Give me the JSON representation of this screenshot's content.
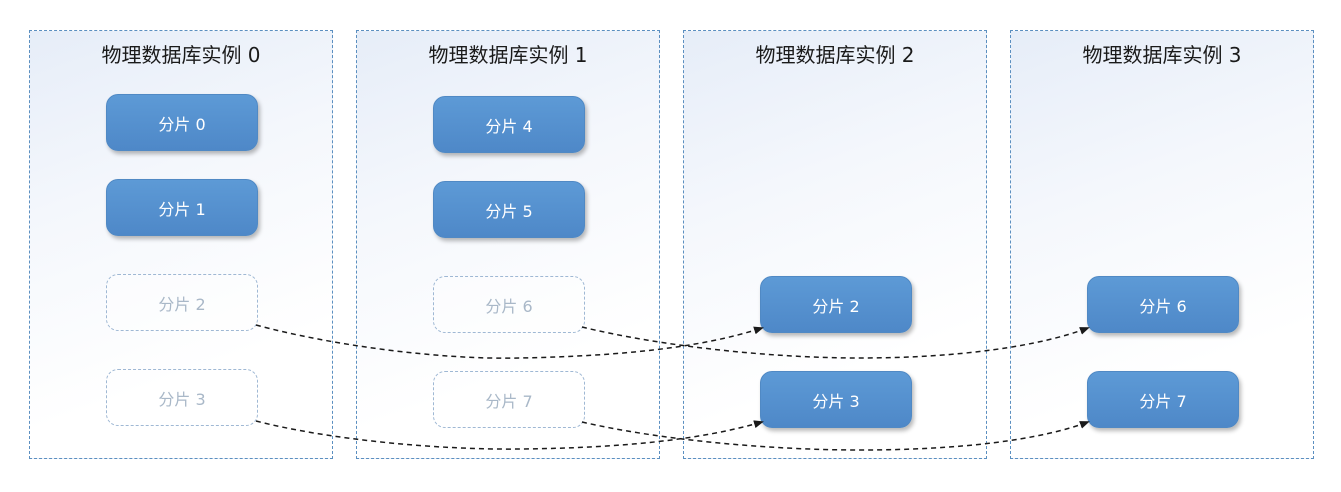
{
  "instances": [
    {
      "title": "物理数据库实例 0"
    },
    {
      "title": "物理数据库实例 1"
    },
    {
      "title": "物理数据库实例 2"
    },
    {
      "title": "物理数据库实例 3"
    }
  ],
  "shards": {
    "s0": "分片 0",
    "s1": "分片 1",
    "s2": "分片 2",
    "s3": "分片 3",
    "s4": "分片 4",
    "s5": "分片 5",
    "s6": "分片 6",
    "s7": "分片 7"
  },
  "colors": {
    "shard_fill": "#5b9bd5",
    "container_border": "#5b8fc0",
    "ghost_text": "#a9b8c8",
    "arrow": "#1a1a1a"
  }
}
